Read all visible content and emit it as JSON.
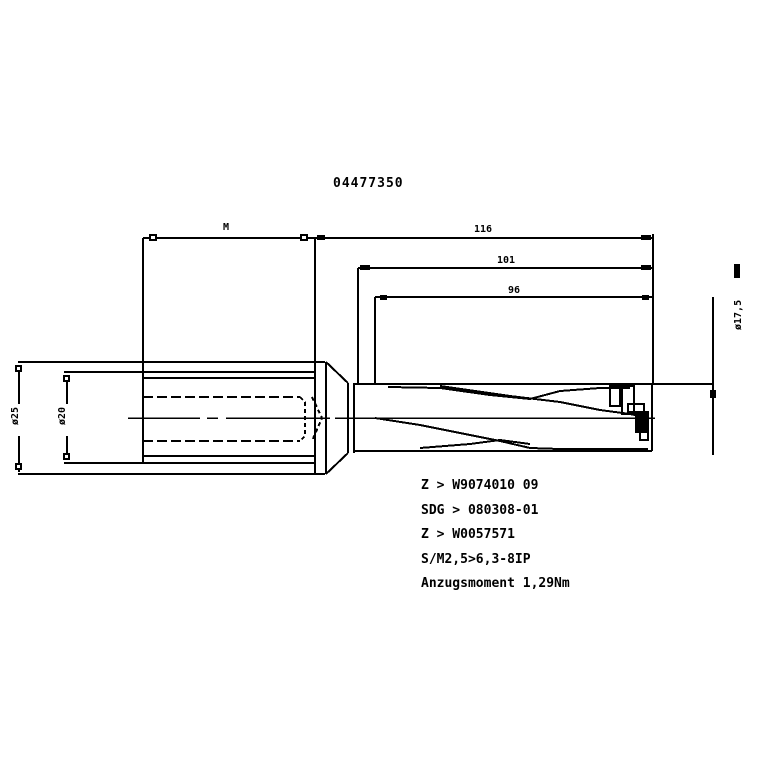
{
  "drawing": {
    "part_number": "04477350",
    "dimensions": {
      "shank_length": "M",
      "overall_length": "116",
      "body_length": "101",
      "flute_length": "96"
    },
    "diameters": {
      "shank_outer": "ø25",
      "shank_inner": "ø20",
      "cutting": "ø17,5"
    },
    "notes": [
      "Z > W9074010 09",
      "SDG > 080308-01",
      "Z > W0057571",
      "S/M2,5>6,3-8IP",
      "Anzugsmoment 1,29Nm"
    ],
    "line_color": "#000000",
    "background": "#ffffff"
  }
}
